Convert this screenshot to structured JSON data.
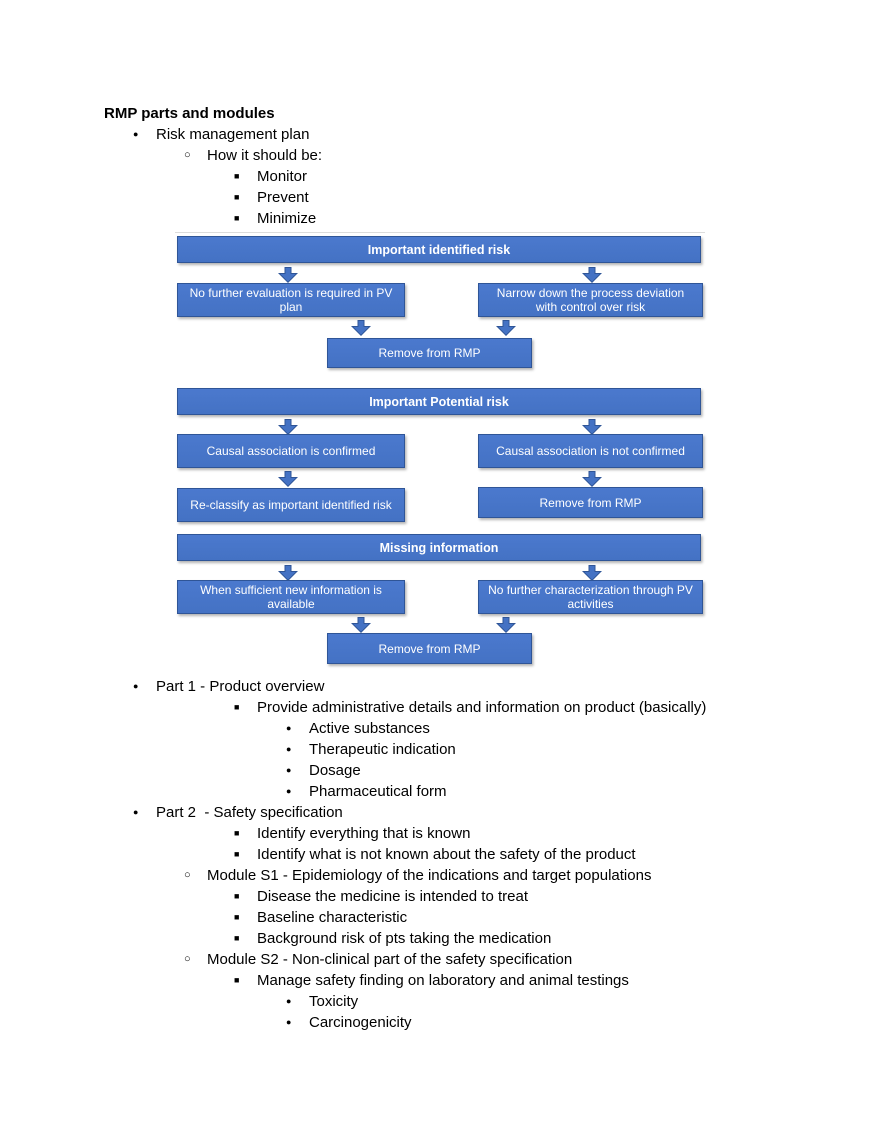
{
  "document": {
    "heading": "RMP parts and modules"
  },
  "markers": {
    "disc": "●",
    "circle": "○",
    "square": "■"
  },
  "list_top": [
    {
      "level": 1,
      "text": "Risk management plan"
    },
    {
      "level": 2,
      "text": "How it should be:"
    },
    {
      "level": 3,
      "text": "Monitor"
    },
    {
      "level": 3,
      "text": "Prevent"
    },
    {
      "level": 3,
      "text": "Minimize"
    }
  ],
  "diagram": {
    "colors": {
      "box_fill": "#4472C4",
      "box_border": "#2F5597",
      "box_text": "#FFFFFF"
    },
    "sections": [
      {
        "title": "Important identified risk",
        "left": "No further evaluation is required in PV plan",
        "right": "Narrow down the process deviation with control over risk",
        "merge": "Remove from RMP"
      },
      {
        "title": "Important Potential risk",
        "left": "Causal association is confirmed",
        "right": "Causal association is not confirmed",
        "left_result": "Re-classify as important identified risk",
        "right_result": "Remove from RMP"
      },
      {
        "title": "Missing information",
        "left": "When sufficient new information is available",
        "right": "No further characterization through PV activities",
        "merge": "Remove from RMP"
      }
    ]
  },
  "list_bottom": [
    {
      "level": 1,
      "text": "Part 1 - Product overview"
    },
    {
      "level": 3,
      "text": "Provide administrative details and information on product (basically)"
    },
    {
      "level": 4,
      "text": "Active substances"
    },
    {
      "level": 4,
      "text": "Therapeutic indication"
    },
    {
      "level": 4,
      "text": "Dosage"
    },
    {
      "level": 4,
      "text": "Pharmaceutical form"
    },
    {
      "level": 1,
      "text": "Part 2  - Safety specification"
    },
    {
      "level": 3,
      "text": "Identify everything that is known"
    },
    {
      "level": 3,
      "text": "Identify what is not known about the safety of the product"
    },
    {
      "level": 2,
      "text": "Module S1 - Epidemiology of the indications and target populations"
    },
    {
      "level": 3,
      "text": "Disease the medicine is intended to treat"
    },
    {
      "level": 3,
      "text": "Baseline characteristic"
    },
    {
      "level": 3,
      "text": "Background risk of pts taking the medication"
    },
    {
      "level": 2,
      "text": "Module S2 - Non-clinical part of the safety specification"
    },
    {
      "level": 3,
      "text": "Manage safety finding on laboratory and animal testings"
    },
    {
      "level": 4,
      "text": "Toxicity"
    },
    {
      "level": 4,
      "text": "Carcinogenicity"
    }
  ]
}
